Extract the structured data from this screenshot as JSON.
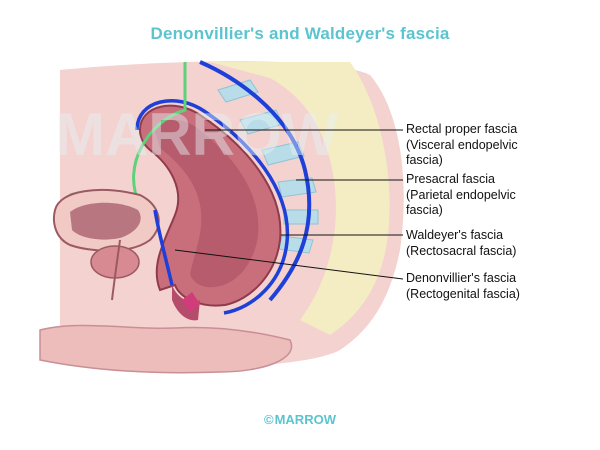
{
  "title": "Denonvillier's and Waldeyer's fascia",
  "labels": [
    {
      "line1": "Rectal proper fascia",
      "line2": "(Visceral endopelvic",
      "line3": "fascia)"
    },
    {
      "line1": "Presacral fascia",
      "line2": "(Parietal endopelvic",
      "line3": "fascia)"
    },
    {
      "line1": "Waldeyer's fascia",
      "line2": "(Rectosacral fascia)"
    },
    {
      "line1": "Denonvillier's fascia",
      "line2": "(Rectogenital fascia)"
    }
  ],
  "watermark": "MARROW",
  "footer": {
    "symbol": "©",
    "brand": "MARROW"
  },
  "colors": {
    "title": "#5bc4cf",
    "rectum": "#c96f7c",
    "visceral_fascia": "#1e3fd8",
    "presacral_fascia": "#1e3fd8",
    "peritoneum_outline": "#5fd17a",
    "sacrum_bg": "#f4ecc2",
    "vertebra": "#b8dde8",
    "pelvic_tissue": "#f1c9c5"
  }
}
